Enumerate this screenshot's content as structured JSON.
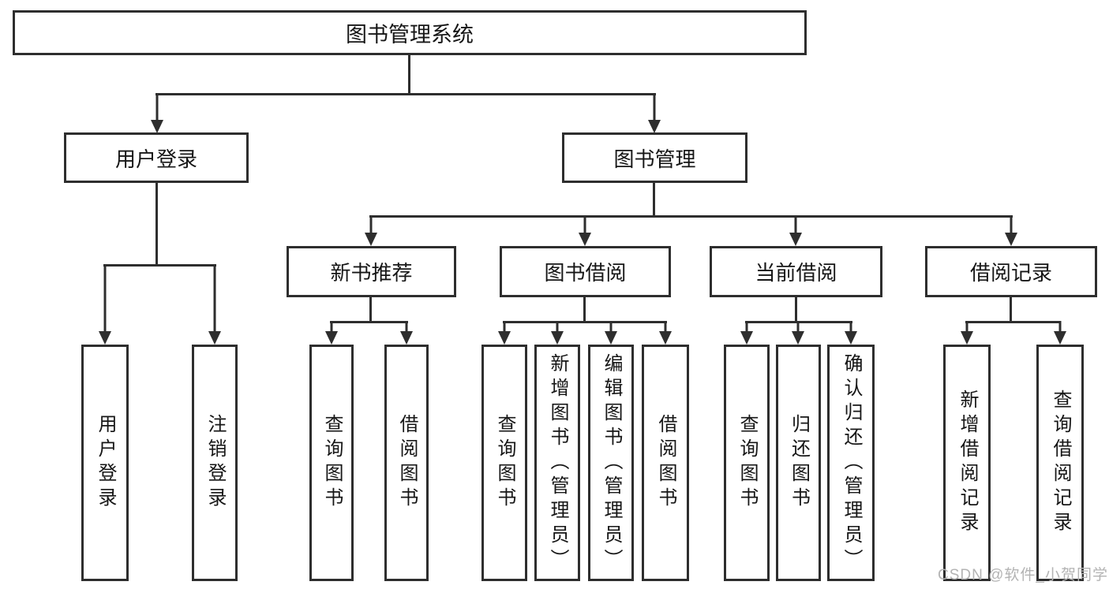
{
  "diagram": {
    "title_node": "图书管理系统",
    "level2": {
      "user_login": "用户登录",
      "book_management": "图书管理"
    },
    "level3": {
      "new_book_recommend": "新书推荐",
      "book_borrow": "图书借阅",
      "current_borrow": "当前借阅",
      "borrow_record": "借阅记录"
    },
    "leaves": {
      "user_login": "用户登录",
      "logout": "注销登录",
      "query_book_1": "查询图书",
      "borrow_book_1": "借阅图书",
      "query_book_2": "查询图书",
      "add_book_admin": "新增图书（管理员）",
      "edit_book_admin": "编辑图书（管理员）",
      "borrow_book_2": "借阅图书",
      "query_book_3": "查询图书",
      "return_book": "归还图书",
      "confirm_return_admin": "确认归还（管理员）",
      "add_borrow_record": "新增借阅记录",
      "query_borrow_record": "查询借阅记录"
    },
    "line_color": "#2e2e2e",
    "background_color": "#ffffff"
  },
  "watermark": "CSDN @软件_小贺同学"
}
